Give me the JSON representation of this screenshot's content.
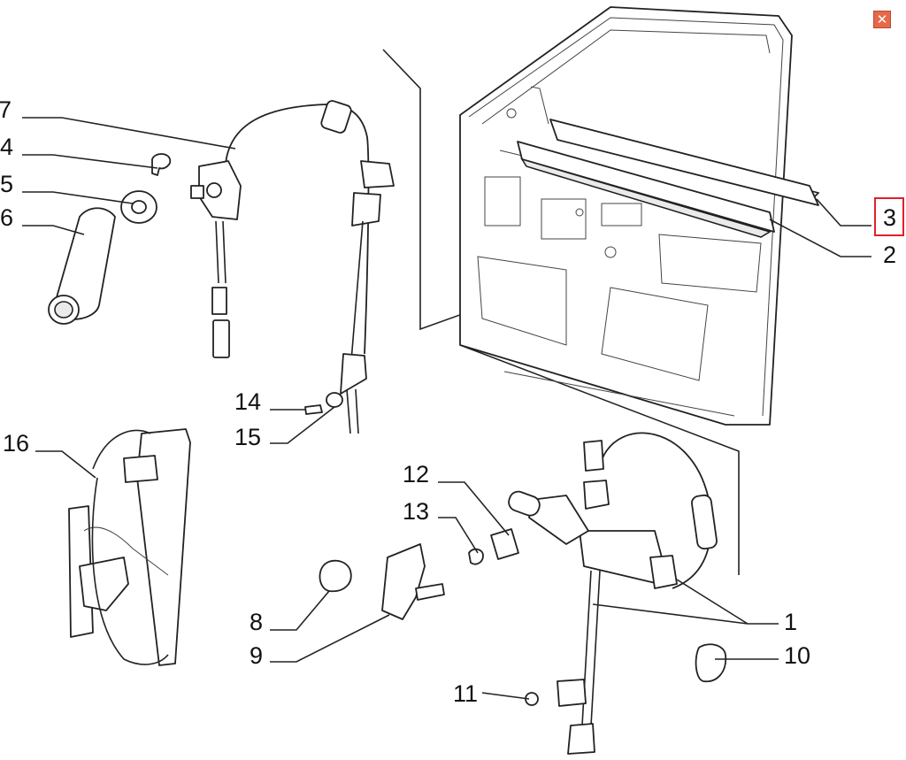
{
  "viewer": {
    "close_glyph": "✕",
    "close_icon": "close-icon",
    "accent_color": "#e0202a",
    "highlighted_callout": "3"
  },
  "callouts": [
    {
      "id": "c1",
      "text": "1"
    },
    {
      "id": "c2",
      "text": "2"
    },
    {
      "id": "c3",
      "text": "3"
    },
    {
      "id": "c4",
      "text": "4"
    },
    {
      "id": "c5",
      "text": "5"
    },
    {
      "id": "c6",
      "text": "6"
    },
    {
      "id": "c7",
      "text": "7"
    },
    {
      "id": "c8",
      "text": "8"
    },
    {
      "id": "c9",
      "text": "9"
    },
    {
      "id": "c10",
      "text": "10"
    },
    {
      "id": "c11",
      "text": "11"
    },
    {
      "id": "c12",
      "text": "12"
    },
    {
      "id": "c13",
      "text": "13"
    },
    {
      "id": "c14",
      "text": "14"
    },
    {
      "id": "c15",
      "text": "15"
    },
    {
      "id": "c16",
      "text": "16"
    }
  ]
}
